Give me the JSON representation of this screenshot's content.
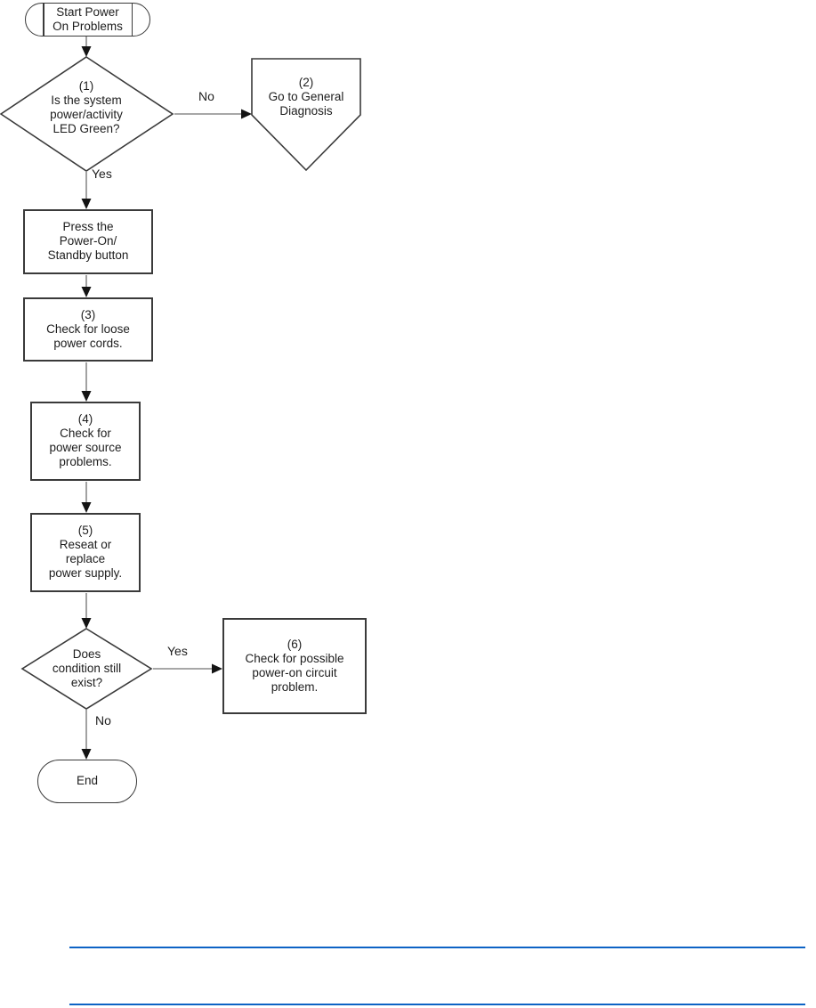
{
  "flowchart": {
    "nodes": {
      "start": {
        "type": "terminator",
        "label": "Start Power\nOn Problems"
      },
      "decision1": {
        "type": "decision",
        "label": "(1)\nIs the system\npower/activity\nLED Green?"
      },
      "offpage2": {
        "type": "offpage-connector",
        "label": "(2)\nGo to General\nDiagnosis"
      },
      "press": {
        "type": "process",
        "label": "Press the\nPower-On/\nStandby button"
      },
      "step3": {
        "type": "process",
        "label": "(3)\nCheck for loose\npower cords."
      },
      "step4": {
        "type": "process",
        "label": "(4)\nCheck for\npower source\nproblems."
      },
      "step5": {
        "type": "process",
        "label": "(5)\nReseat or\nreplace\npower supply."
      },
      "decision2": {
        "type": "decision",
        "label": "Does\ncondition still\nexist?"
      },
      "step6": {
        "type": "process",
        "label": "(6)\nCheck for possible\npower-on circuit\nproblem."
      },
      "end": {
        "type": "terminator",
        "label": "End"
      }
    },
    "edge_labels": {
      "decision1_no": "No",
      "decision1_yes": "Yes",
      "decision2_yes": "Yes",
      "decision2_no": "No"
    },
    "colors": {
      "connector_gray": "#8a8a8a",
      "shape_border": "#3a3a3a",
      "arrowhead": "#141414",
      "divider_blue": "#0d63c5",
      "text": "#1d1d1d"
    }
  }
}
